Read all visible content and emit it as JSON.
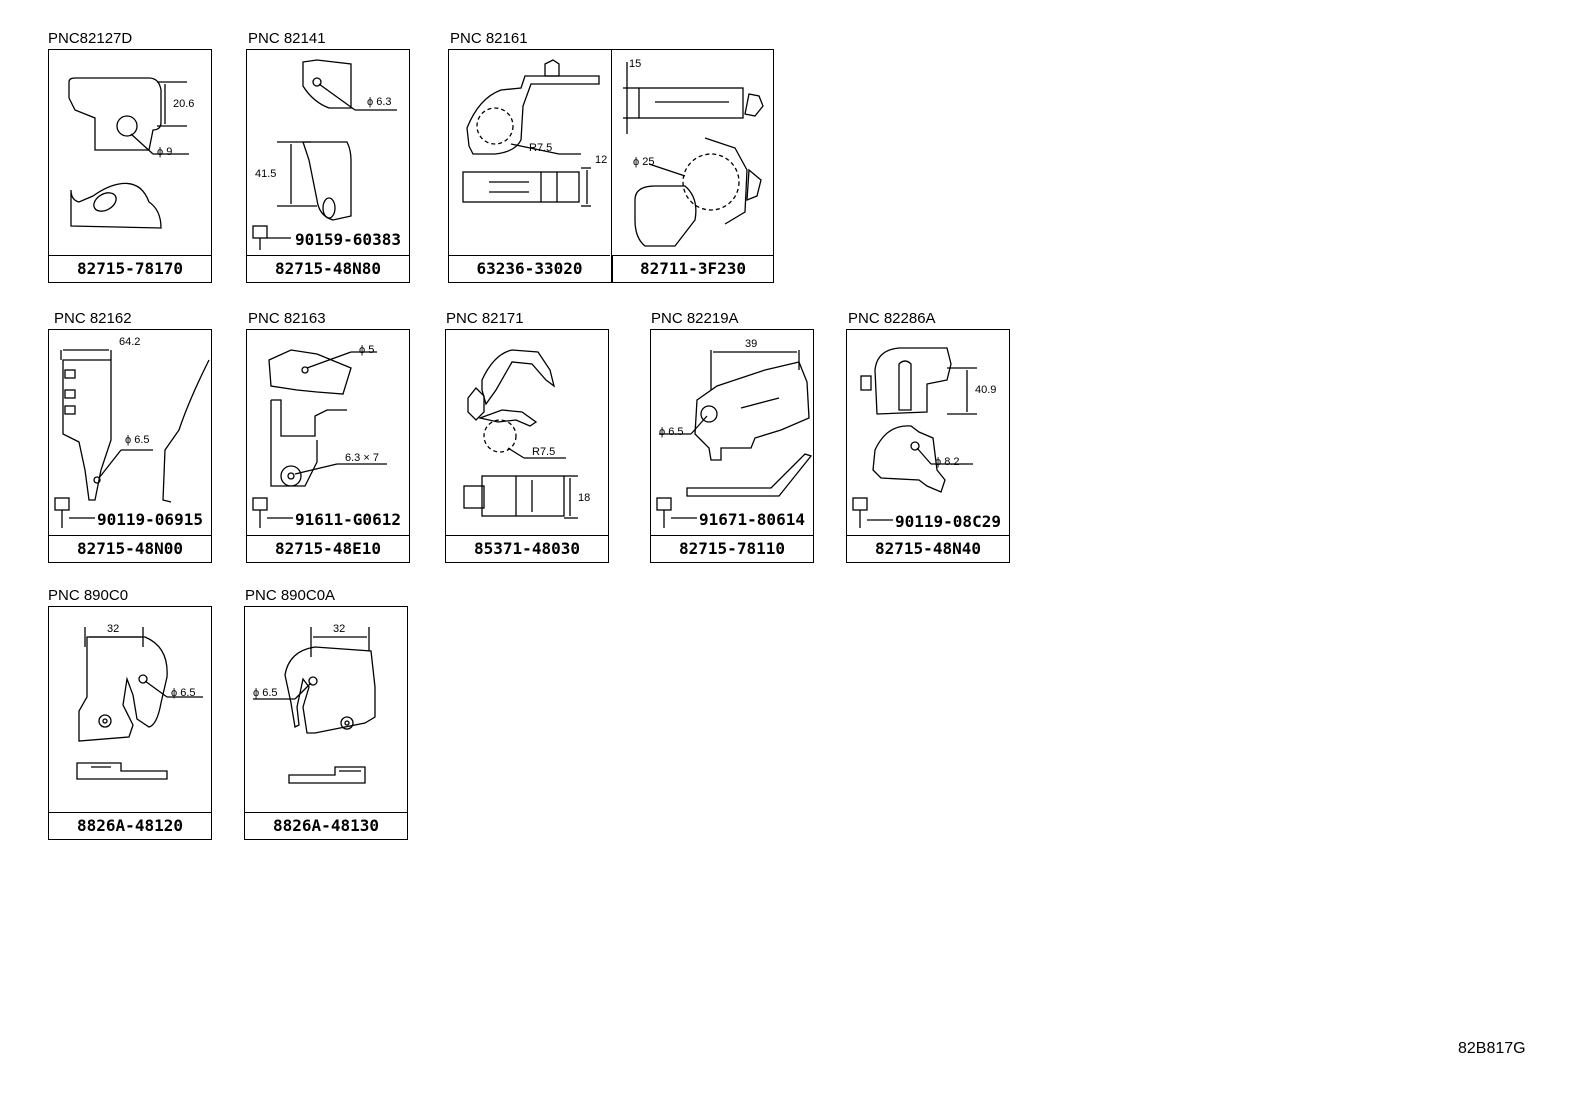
{
  "parts": [
    {
      "pnc": "PNC82127D",
      "part_no": "82715-78170",
      "dims": [
        "20.6",
        "ϕ 9"
      ]
    },
    {
      "pnc": "PNC 82141",
      "part_no": "82715-48N80",
      "bolt": "90159-60383",
      "dims": [
        "ϕ 6.3",
        "41.5"
      ]
    },
    {
      "pnc": "PNC 82161",
      "part_no": "63236-33020",
      "part_no_2": "82711-3F230",
      "dims": [
        "R7.5",
        "12",
        "15",
        "ϕ 25"
      ]
    },
    {
      "pnc": "PNC 82162",
      "part_no": "82715-48N00",
      "bolt": "90119-06915",
      "dims": [
        "64.2",
        "ϕ 6.5"
      ]
    },
    {
      "pnc": "PNC 82163",
      "part_no": "82715-48E10",
      "bolt": "91611-G0612",
      "dims": [
        "ϕ 5",
        "6.3 × 7"
      ]
    },
    {
      "pnc": "PNC 82171",
      "part_no": "85371-48030",
      "dims": [
        "R7.5",
        "18"
      ]
    },
    {
      "pnc": "PNC 82219A",
      "part_no": "82715-78110",
      "bolt": "91671-80614",
      "dims": [
        "39",
        "ϕ 6.5"
      ]
    },
    {
      "pnc": "PNC 82286A",
      "part_no": "82715-48N40",
      "bolt": "90119-08C29",
      "dims": [
        "40.9",
        "ϕ 8.2"
      ]
    },
    {
      "pnc": "PNC 890C0",
      "part_no": "8826A-48120",
      "dims": [
        "32",
        "ϕ 6.5"
      ]
    },
    {
      "pnc": "PNC 890C0A",
      "part_no": "8826A-48130",
      "dims": [
        "32",
        "ϕ 6.5"
      ]
    }
  ],
  "diagram_ref": "82B817G"
}
